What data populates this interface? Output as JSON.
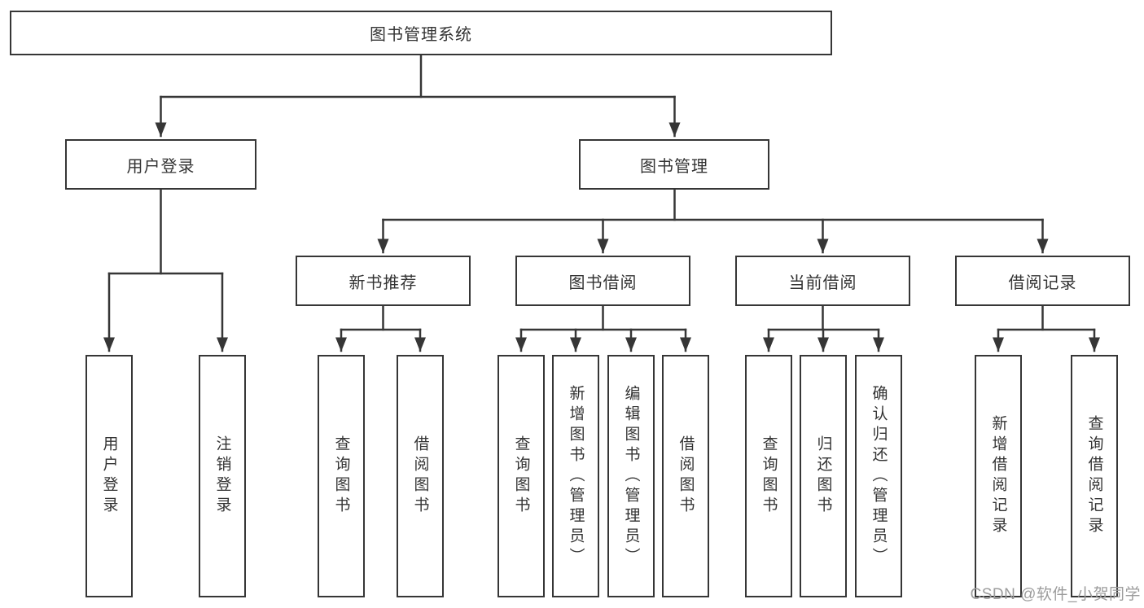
{
  "root": {
    "label": "图书管理系统"
  },
  "user_branch": {
    "label": "用户登录",
    "children": [
      "用户登录",
      "注销登录"
    ]
  },
  "book_branch": {
    "label": "图书管理",
    "children": [
      {
        "label": "新书推荐",
        "children": [
          "查询图书",
          "借阅图书"
        ]
      },
      {
        "label": "图书借阅",
        "children": [
          "查询图书",
          "新增图书（管理员）",
          "编辑图书（管理员）",
          "借阅图书"
        ]
      },
      {
        "label": "当前借阅",
        "children": [
          "查询图书",
          "归还图书",
          "确认归还（管理员）"
        ]
      },
      {
        "label": "借阅记录",
        "children": [
          "新增借阅记录",
          "查询借阅记录"
        ]
      }
    ]
  },
  "watermark": "CSDN @软件_小贺同学",
  "colors": {
    "line": "#363636",
    "box_border": "#363636",
    "text": "#333333",
    "watermark": "#9c9c9c",
    "background": "#ffffff"
  }
}
